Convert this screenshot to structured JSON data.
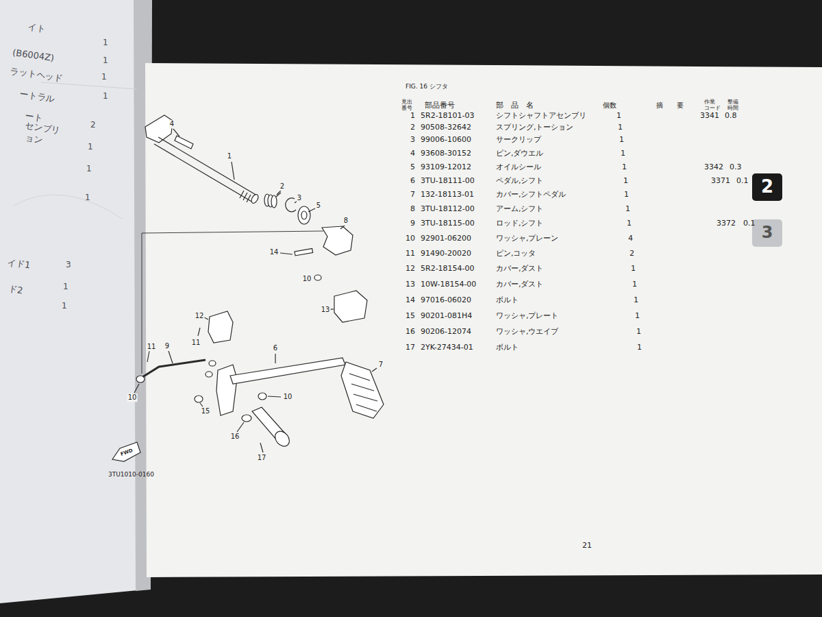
{
  "diagram": {
    "title": "FIG. 16 シフタ",
    "labels": [
      "見出 番号",
      "部品番号",
      "部　品　名",
      "個数",
      "摘　　要",
      "作業 コード",
      "整備 時間",
      "1",
      "5R2-18101-03",
      "シフトシャフトアセンブリ",
      "1",
      "3341",
      "0.8",
      "2",
      "90508-32642",
      "スプリング,トーション",
      "1",
      "3",
      "99006-10600",
      "サークリップ",
      "1",
      "4",
      "93608-30152",
      "ピン,ダウエル",
      "1",
      "5",
      "93109-12012",
      "オイルシール",
      "1",
      "3342",
      "0.3",
      "6",
      "3TU-18111-00",
      "ペダル,シフト",
      "1",
      "3371",
      "0.1",
      "7",
      "132-18113-01",
      "カバー,シフトペダル",
      "1",
      "8",
      "3TU-18112-00",
      "アーム,シフト",
      "1",
      "9",
      "3TU-18115-00",
      "ロッド,シフト",
      "1",
      "3372",
      "0.1",
      "10",
      "92901-06200",
      "ワッシャ,プレーン",
      "4",
      "11",
      "91490-20020",
      "ピン,コッタ",
      "2",
      "12",
      "5R2-18154-00",
      "カバー,ダスト",
      "1",
      "13",
      "10W-18154-00",
      "カバー,ダスト",
      "1",
      "14",
      "97016-06020",
      "ボルト",
      "1",
      "15",
      "90201-081H4",
      "ワッシャ,プレート",
      "1",
      "16",
      "90206-12074",
      "ワッシャ,ウエイブ",
      "1",
      "17",
      "2YK-27434-01",
      "ボルト",
      "1",
      "1",
      "2",
      "3",
      "4",
      "5",
      "8",
      "14",
      "10",
      "13",
      "12",
      "11",
      "11",
      "9",
      "6",
      "10",
      "15",
      "10",
      "16",
      "17",
      "7",
      "3TU1010-0160",
      "FWD",
      "21",
      "2",
      "3",
      "イト",
      "(B6004Z)",
      "ラットヘッド",
      "ートラル",
      "ート",
      "センブリ",
      "ョン",
      "イド1",
      "ド2",
      "1",
      "1",
      "1",
      "1",
      "2",
      "1",
      "1",
      "1",
      "3",
      "1",
      "1"
    ]
  }
}
